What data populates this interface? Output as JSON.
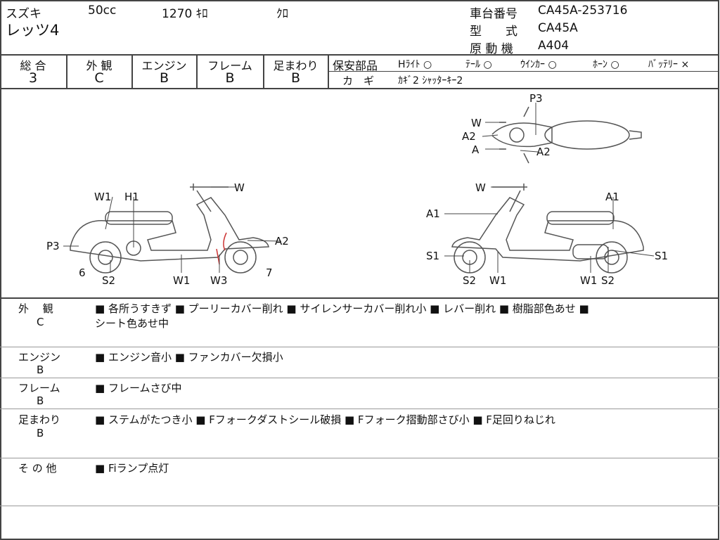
{
  "header": {
    "maker": "スズキ",
    "model": "レッツ4",
    "displacement": "50cc",
    "mileage": "1270 ｷﾛ",
    "color": "ｸﾛ",
    "chassis_label": "車台番号",
    "chassis_no": "CA45A-253716",
    "type_label": "型　　式",
    "type_value": "CA45A",
    "engine_label": "原 動 機",
    "engine_value": "A404"
  },
  "grades": [
    {
      "label": "総 合",
      "value": "3"
    },
    {
      "label": "外 観",
      "value": "C"
    },
    {
      "label": "エンジン",
      "value": "B"
    },
    {
      "label": "フレーム",
      "value": "B"
    },
    {
      "label": "足まわり",
      "value": "B"
    }
  ],
  "safety": {
    "label": "保安部品",
    "items": [
      "Hﾗｲﾄ ○",
      "ﾃｰﾙ ○",
      "ｳｲﾝｶｰ ○",
      "ﾎｰﾝ ○",
      "ﾊﾞｯﾃﾘｰ ×"
    ],
    "key_label": "カ　ギ",
    "key_value": "ｶｷﾞ2 ｼｬｯﾀｰｷｰ2"
  },
  "diagram_labels": {
    "left": [
      "W1",
      "H1",
      "W",
      "P3",
      "A2",
      "6",
      "S2",
      "W1",
      "W3",
      "7"
    ],
    "right": [
      "W",
      "A1",
      "A1",
      "S1",
      "S1",
      "S2",
      "W1",
      "W1",
      "S2"
    ],
    "top": [
      "P3",
      "W",
      "A2",
      "A",
      "A2"
    ]
  },
  "notes": [
    {
      "label": "外　 観",
      "grade": "C",
      "text": "■ 各所うすきず ■ プーリーカバー削れ ■ サイレンサーカバー削れ小 ■ レバー削れ ■ 樹脂部色あせ ■",
      "text2": "シート色あせ中"
    },
    {
      "label": "エンジン",
      "grade": "B",
      "text": "■ エンジン音小 ■ ファンカバー欠損小"
    },
    {
      "label": "フレーム",
      "grade": "B",
      "text": "■ フレームさび中"
    },
    {
      "label": "足まわり",
      "grade": "B",
      "text": "■ ステムがたつき小 ■ Fフォークダストシール破損 ■ Fフォーク摺動部さび小 ■ F足回りねじれ"
    },
    {
      "label": "そ の 他",
      "grade": "",
      "text": "■ Fiランプ点灯"
    }
  ]
}
